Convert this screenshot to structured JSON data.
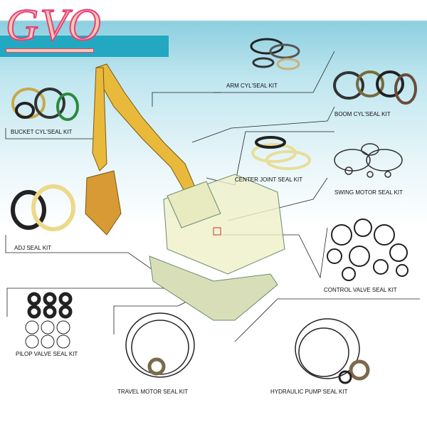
{
  "logo": {
    "text": "GVO"
  },
  "labels": {
    "arm": "ARM CYL'SEAL KIT",
    "boom": "BOOM CYL'SEAL KIT",
    "bucket": "BUCKET CYL'SEAL KIT",
    "center": "CENTER JOINT SEAL KIT",
    "swing": "SWING MOTOR SEAL KIT",
    "adj": "ADJ SEAL KIT",
    "control": "CONTROL VALVE SEAL KIT",
    "pilop": "PILOP VALVE SEAL KIT",
    "travel": "TRAVEL MOTOR SEAL KIT",
    "pump": "HYDRAULIC PUMP SEAL KIT"
  },
  "colors": {
    "accent": "#22a9c1",
    "logo_fill": "#fbc8b0",
    "logo_stroke": "#e8407a",
    "machine": "#e9b93c"
  }
}
